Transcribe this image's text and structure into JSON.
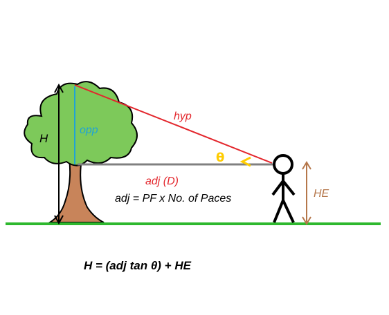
{
  "labels": {
    "H": "H",
    "opp": "opp",
    "hyp": "hyp",
    "theta": "θ",
    "adj": "adj (D)",
    "adj_formula": "adj = PF x No. of Paces",
    "HE": "HE",
    "formula": "H = (adj tan θ) + HE"
  },
  "colors": {
    "ground": "#2eb82e",
    "hyp": "#e3262c",
    "opp": "#1fa3d6",
    "adj_line": "#808080",
    "angle": "#ffcc00",
    "HE": "#b5774b",
    "trunk": "#c8845a",
    "foliage": "#7dc95a",
    "text": "#000000"
  }
}
